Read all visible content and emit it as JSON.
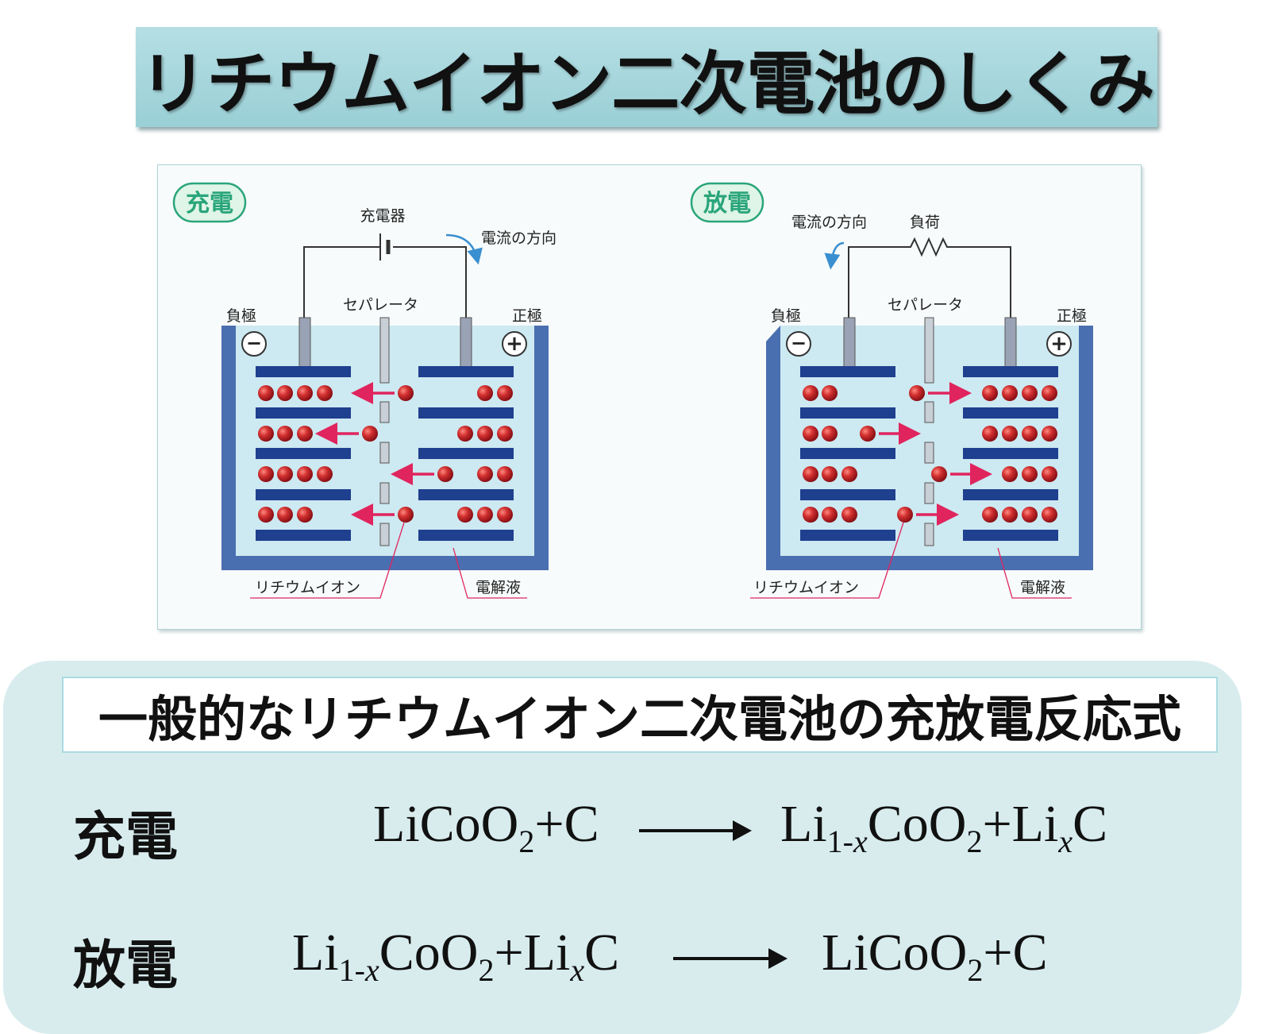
{
  "title": "リチウムイオン二次電池のしくみ",
  "diagram": {
    "charge": {
      "badge": "充電",
      "charger": "充電器",
      "current_dir": "電流の方向",
      "negative": "負極",
      "separator": "セパレータ",
      "positive": "正極",
      "lithium_ion": "リチウムイオン",
      "electrolyte": "電解液",
      "minus": "−",
      "plus": "+"
    },
    "discharge": {
      "badge": "放電",
      "current_dir": "電流の方向",
      "load": "負荷",
      "negative": "負極",
      "separator": "セパレータ",
      "positive": "正極",
      "lithium_ion": "リチウムイオン",
      "electrolyte": "電解液",
      "minus": "−",
      "plus": "+"
    },
    "colors": {
      "electrode": "#1f3f8f",
      "case": "#4a6fb0",
      "electrolyte": "#cde9f1",
      "ion": "#c0262f",
      "arrow": "#e0245e",
      "badge": "#2aa57b"
    }
  },
  "reactions": {
    "heading": "一般的なリチウムイオン二次電池の充放電反応式",
    "charge": {
      "label": "充電",
      "lhs": {
        "a": "LiCoO",
        "sub": "2",
        "b": "+C"
      },
      "rhs": {
        "a": "Li",
        "sub1": "1-",
        "subx": "x",
        "b": "CoO",
        "sub2": "2",
        "c": "+Li",
        "sub3": "x",
        "d": "C"
      }
    },
    "discharge": {
      "label": "放電",
      "lhs": {
        "a": "Li",
        "sub1": "1-",
        "subx": "x",
        "b": "CoO",
        "sub2": "2",
        "c": "+Li",
        "sub3": "x",
        "d": "C"
      },
      "rhs": {
        "a": "LiCoO",
        "sub": "2",
        "b": "+C"
      }
    }
  }
}
